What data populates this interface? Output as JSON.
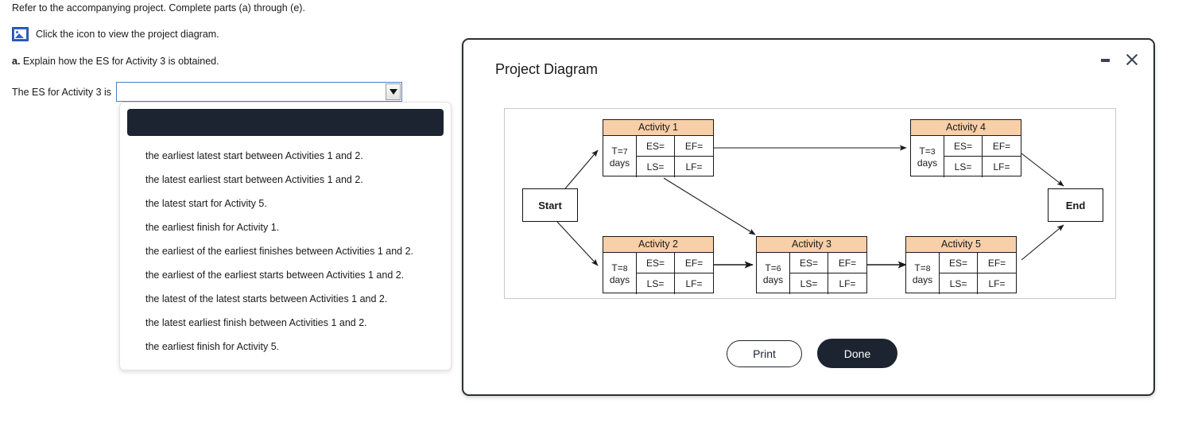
{
  "question": {
    "intro": "Refer to the accompanying project. Complete parts (a) through (e).",
    "icon_caption": "Click the icon to view the project diagram.",
    "icon_name": "image-icon",
    "part_label": "a.",
    "part_text": " Explain how the ES for Activity 3 is obtained.",
    "answer_label": "The ES for Activity 3 is",
    "answer_value": "",
    "dropdown_caret": "▼"
  },
  "dropdown": {
    "selected_blank": "",
    "options": [
      "the earliest latest start between Activities 1 and 2.",
      "the latest earliest start between Activities 1 and 2.",
      "the latest start for Activity 5.",
      "the earliest finish for Activity 1.",
      "the earliest of the earliest finishes between Activities 1 and 2.",
      "the earliest of the earliest starts between Activities 1 and 2.",
      "the latest of the latest starts between Activities 1 and 2.",
      "the latest earliest finish between Activities 1 and 2.",
      "the earliest finish for Activity 5."
    ]
  },
  "modal": {
    "title": "Project Diagram",
    "minimize_label": "minimize-icon",
    "close_label": "close-icon",
    "print_label": "Print",
    "done_label": "Done",
    "accent_dark": "#1c2431",
    "node_header_color": "#f7cfa8"
  },
  "chart_data": {
    "type": "diagram",
    "title": "Project Diagram",
    "terminals": {
      "start": "Start",
      "end": "End"
    },
    "field_labels": {
      "es": "ES=",
      "ef": "EF=",
      "ls": "LS=",
      "lf": "LF="
    },
    "duration_prefix": "T=",
    "duration_unit": "days",
    "nodes": [
      {
        "id": "a1",
        "title": "Activity 1",
        "duration": 7,
        "es": "",
        "ef": "",
        "ls": "",
        "lf": ""
      },
      {
        "id": "a2",
        "title": "Activity 2",
        "duration": 8,
        "es": "",
        "ef": "",
        "ls": "",
        "lf": ""
      },
      {
        "id": "a3",
        "title": "Activity 3",
        "duration": 6,
        "es": "",
        "ef": "",
        "ls": "",
        "lf": ""
      },
      {
        "id": "a4",
        "title": "Activity 4",
        "duration": 3,
        "es": "",
        "ef": "",
        "ls": "",
        "lf": ""
      },
      {
        "id": "a5",
        "title": "Activity 5",
        "duration": 8,
        "es": "",
        "ef": "",
        "ls": "",
        "lf": ""
      }
    ],
    "edges": [
      {
        "from": "Start",
        "to": "Activity 1"
      },
      {
        "from": "Start",
        "to": "Activity 2"
      },
      {
        "from": "Activity 1",
        "to": "Activity 4"
      },
      {
        "from": "Activity 1",
        "to": "Activity 3"
      },
      {
        "from": "Activity 2",
        "to": "Activity 3"
      },
      {
        "from": "Activity 3",
        "to": "Activity 5"
      },
      {
        "from": "Activity 4",
        "to": "End"
      },
      {
        "from": "Activity 5",
        "to": "End"
      }
    ]
  }
}
